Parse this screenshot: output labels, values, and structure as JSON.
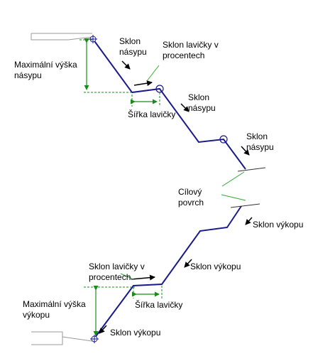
{
  "labels": {
    "max_embankment_height_line1": "Maximální výška",
    "max_embankment_height_line2": "násypu",
    "embankment_slope_line1": "Sklon",
    "embankment_slope_line2": "násypu",
    "bench_slope_percent_line1": "Sklon lavičky v",
    "bench_slope_percent_line2": "procentech",
    "bench_width": "Šířka lavičky",
    "target_surface_line1": "Cílový",
    "target_surface_line2": "povrch",
    "cut_slope": "Sklon výkopu",
    "max_cut_height_line1": "Maximální výška",
    "max_cut_height_line2": "výkopu"
  },
  "colors": {
    "profile": "#1a1a8c",
    "dimension": "#1a8c1a",
    "leader": "#33aa33",
    "existing_ground": "#999999",
    "surface_tick": "#333333",
    "arrow": "#000000"
  }
}
